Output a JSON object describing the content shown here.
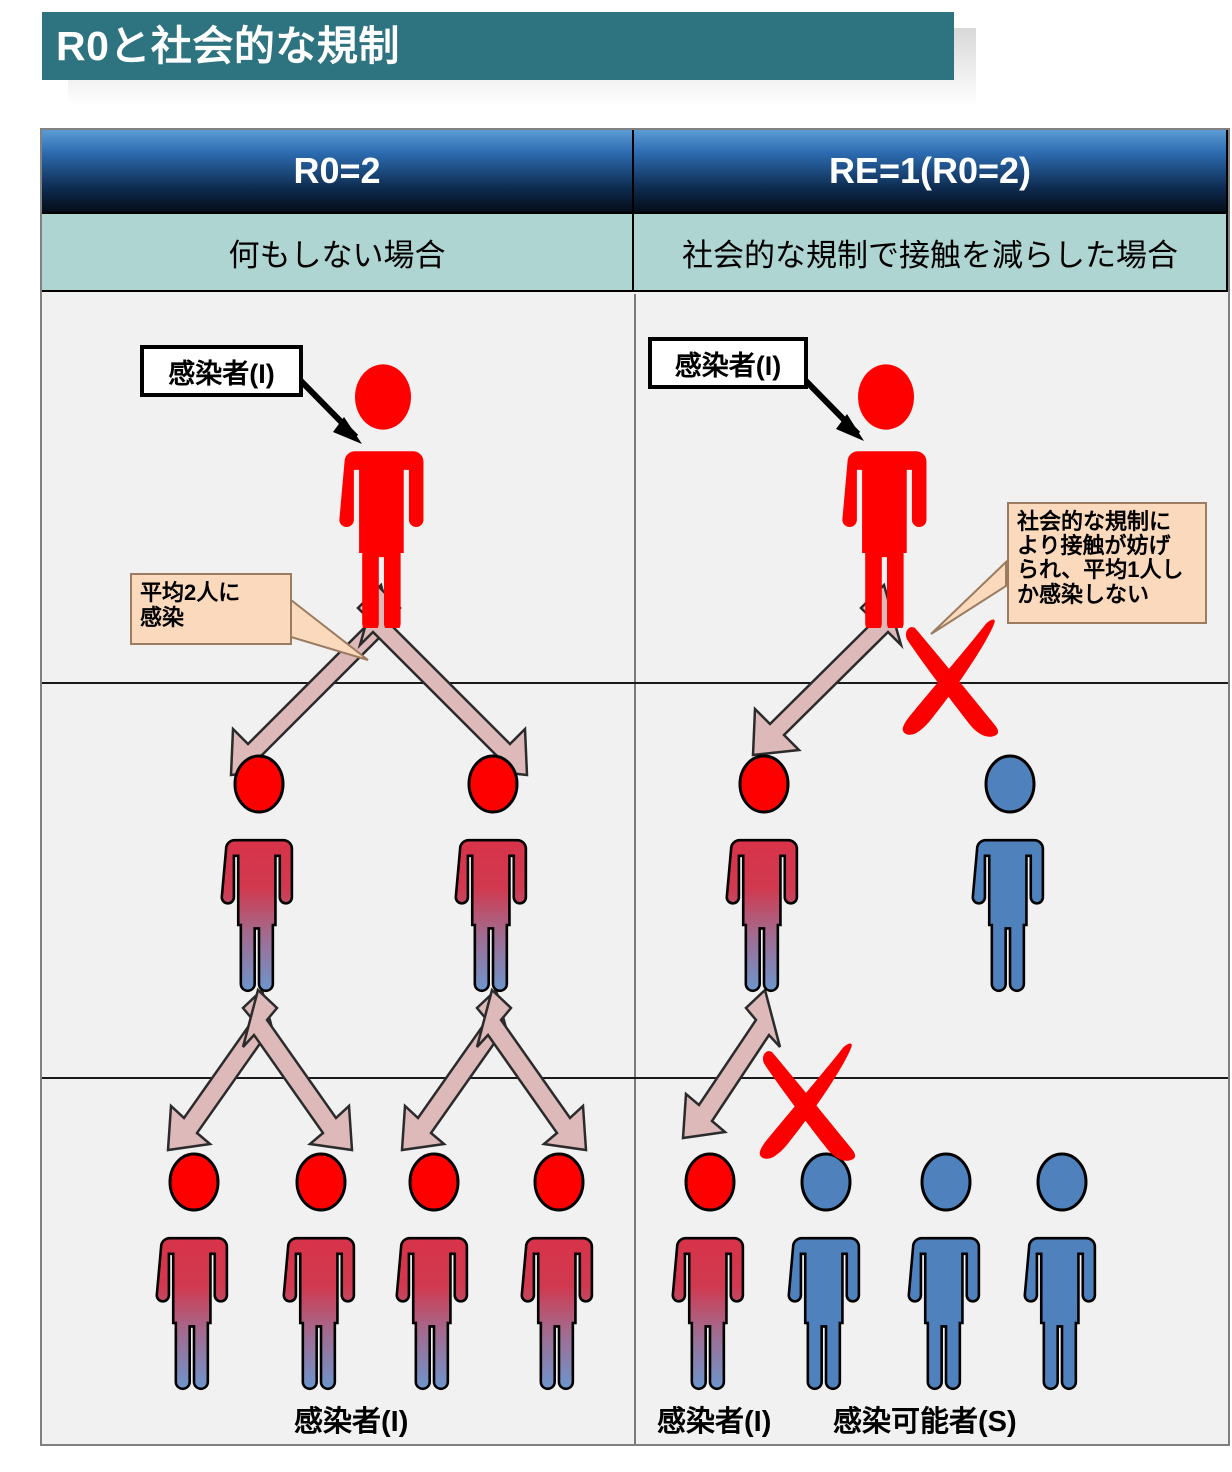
{
  "slide": {
    "title": "R0と社会的な規制",
    "title_bg": "#2e7380",
    "canvas_bg": "#ffffff",
    "cell_bg": "#f1f1f1"
  },
  "table": {
    "columns": [
      {
        "header": "R0=2",
        "subheader": "何もしない場合"
      },
      {
        "header": "RE=1(R0=2)",
        "subheader": "社会的な規制で接触を減らした場合"
      }
    ]
  },
  "annotations": {
    "infected_label_left": "感染者(I)",
    "infected_label_right": "感染者(I)",
    "callout_left": {
      "line1": "平均2人に",
      "line2": "感染"
    },
    "callout_right": {
      "line1": "社会的な規制に",
      "line2": "より接触が妨げ",
      "line3": "られ、平均1人し",
      "line4": "か感染しない"
    }
  },
  "legend": {
    "left_infected": "感染者(I)",
    "right_infected": "感染者(I)",
    "right_susceptible": "感染可能者(S)"
  },
  "colors": {
    "infected_red": "#ff0000",
    "susceptible_blue": "#4f81bd",
    "gradient_top": "#d8334a",
    "gradient_bottom": "#6c96cd",
    "arrow_fill": "#ddb9b9",
    "arrow_stroke": "#2b2b2b",
    "cross_red": "#fb0000",
    "callout_fill": "#fbd9bd",
    "subheader_fill": "#aed5d2",
    "header_gradient_light": "#5b9bd5",
    "header_gradient_dark": "#050d18"
  },
  "chart_data": {
    "type": "diagram",
    "title": "R0と社会的な規制",
    "description": "Transmission tree comparison between no intervention (R0=2) and social restriction (RE=1)",
    "panels": [
      {
        "name": "R0=2",
        "condition": "何もしない場合",
        "generations": [
          {
            "level": 0,
            "infected": 1,
            "susceptible": 0
          },
          {
            "level": 1,
            "infected": 2,
            "susceptible": 0
          },
          {
            "level": 2,
            "infected": 4,
            "susceptible": 0
          }
        ],
        "blocked_transmissions": 0,
        "note": "平均2人に感染"
      },
      {
        "name": "RE=1(R0=2)",
        "condition": "社会的な規制で接触を減らした場合",
        "generations": [
          {
            "level": 0,
            "infected": 1,
            "susceptible": 0
          },
          {
            "level": 1,
            "infected": 1,
            "susceptible": 1
          },
          {
            "level": 2,
            "infected": 1,
            "susceptible": 3
          }
        ],
        "blocked_transmissions": 2,
        "note": "社会的な規制により接触が妨げられ、平均1人しか感染しない"
      }
    ]
  }
}
